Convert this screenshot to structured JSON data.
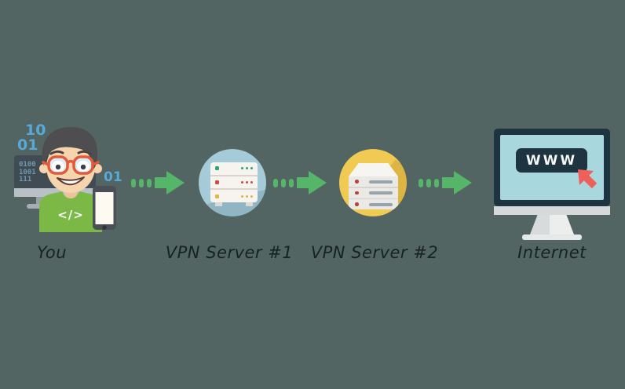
{
  "colors": {
    "background": "#536562",
    "arrow_green": "#55b569",
    "vpn1_circle": "#a5cbd8",
    "vpn2_circle": "#f0ca52",
    "monitor_dark": "#1e3440",
    "screen_blue": "#a8d8de",
    "cursor_red": "#ee6059",
    "label_color": "#17231f",
    "binary_blue": "#58a9d9",
    "shirt_green": "#7cb845",
    "glasses_red": "#e2593c"
  },
  "nodes": [
    {
      "id": "you",
      "label": "You"
    },
    {
      "id": "vpn-server-1",
      "label": "VPN Server #1"
    },
    {
      "id": "vpn-server-2",
      "label": "VPN Server #2"
    },
    {
      "id": "internet",
      "label": "Internet"
    }
  ],
  "avatar": {
    "binary_top": "10",
    "binary_bottom": "01",
    "binary_right": "01",
    "screen_lines": [
      "0100",
      "1001",
      "111"
    ],
    "shirt_code": "</>"
  },
  "internet": {
    "address_text": "WWW"
  },
  "icons": {
    "rack1_row_colors": [
      "#2f9f7e",
      "#cc4b44",
      "#deb83f"
    ],
    "rack2_row_colors": [
      "#b5433c",
      "#b5433c",
      "#b5433c"
    ]
  }
}
